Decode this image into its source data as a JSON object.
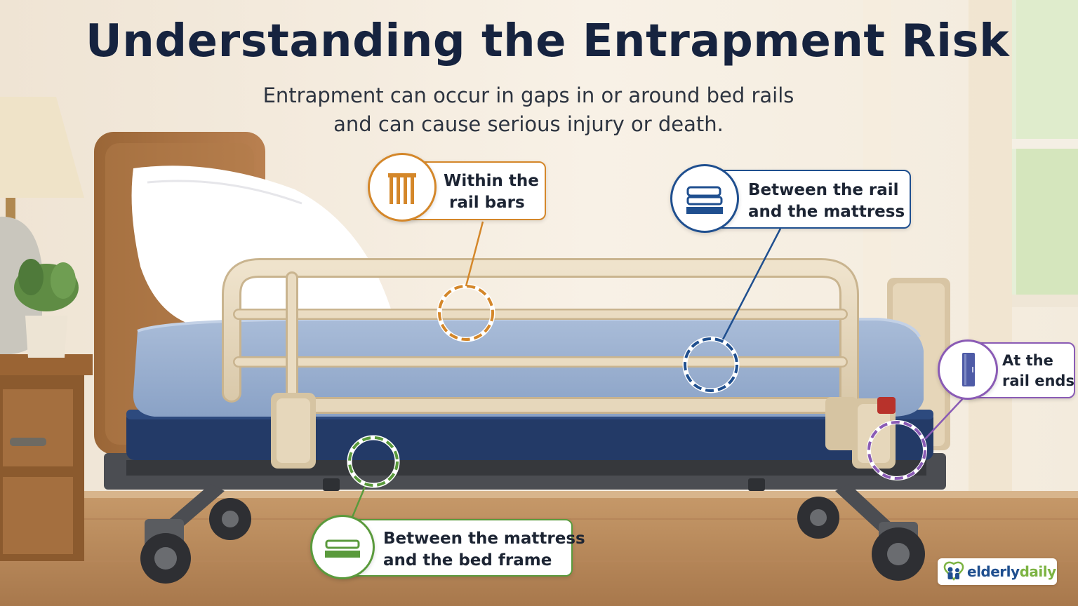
{
  "header": {
    "title": "Understanding the Entrapment Risk",
    "subtitle_line1": "Entrapment can occur in gaps in or around bed rails",
    "subtitle_line2": "and can cause serious injury or death."
  },
  "callouts": {
    "within_rail_bars": {
      "line1": "Within the",
      "line2": "rail bars",
      "color": "#d4872a",
      "icon": "rail-bars-icon"
    },
    "rail_mattress": {
      "line1": "Between the rail",
      "line2": "and the mattress",
      "color": "#1f4f8f",
      "icon": "mattress-stack-icon"
    },
    "rail_ends": {
      "line1": "At the",
      "line2": "rail ends",
      "color": "#8a5bb5",
      "icon": "rail-end-icon"
    },
    "mattress_frame": {
      "line1": "Between the mattress",
      "line2": "and the bed frame",
      "color": "#5a9a3c",
      "icon": "mattress-frame-icon"
    }
  },
  "logo": {
    "part1": "elderly",
    "part2": "daily"
  }
}
